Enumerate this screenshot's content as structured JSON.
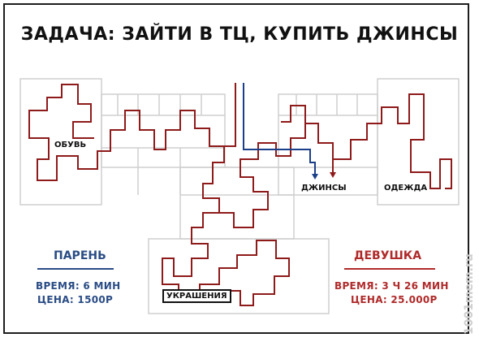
{
  "title": "ЗАДАЧА: ЗАЙТИ В ТЦ, КУПИТЬ ДЖИНСЫ",
  "stores": {
    "shoes": "ОБУВЬ",
    "jeans": "ДЖИНСЫ",
    "clothes": "ОДЕЖДА",
    "jewelry": "УКРАШЕНИЯ"
  },
  "guy": {
    "heading": "ПАРЕНЬ",
    "time": "ВРЕМЯ: 6 МИН",
    "price": "ЦЕНА: 1500Р",
    "color": "#2a4c85"
  },
  "girl": {
    "heading": "ДЕВУШКА",
    "time": "ВРЕМЯ: 3 Ч 26 МИН",
    "price": "ЦЕНА: 25.000Р",
    "color": "#b02a2a"
  },
  "watermark": "1001mem.ru"
}
